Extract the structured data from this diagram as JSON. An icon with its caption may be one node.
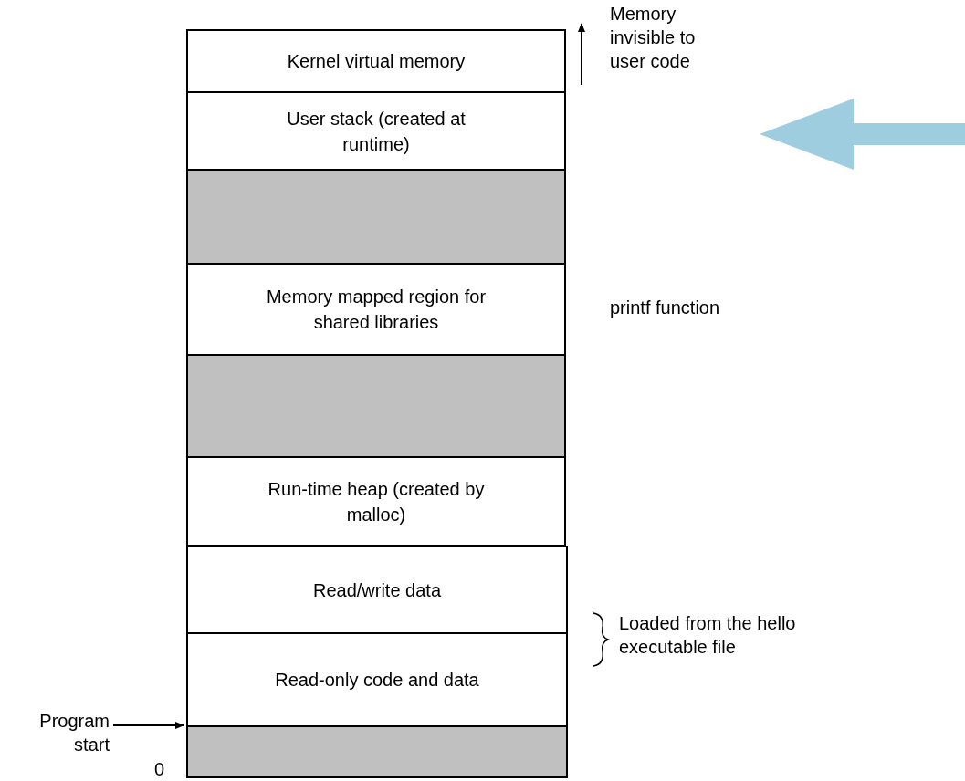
{
  "diagram": {
    "nodes": [
      {
        "text": [
          "Kernel virtual memory"
        ]
      },
      {
        "text": [
          "User stack (created at runtime)"
        ]
      },
      {
        "text": [],
        "shape": "box"
      },
      {
        "text": [
          "Memory mapped region for shared libraries"
        ]
      },
      {
        "text": [],
        "shape": "box"
      },
      {
        "text": [
          "Run-time heap (created by malloc)"
        ]
      },
      {
        "text": [
          "Read/write data"
        ]
      },
      {
        "text": [
          "Read-only code and data"
        ]
      },
      {
        "text": [],
        "shape": "box"
      },
      {
        "text": [
          "Program start"
        ]
      }
    ],
    "edges": [
      {
        "from": 9,
        "to": 8,
        "arrow": "to"
      }
    ],
    "labels": [
      "Memory invisible to user code",
      "printf function",
      "Loaded from the hello executable file",
      "0"
    ]
  }
}
